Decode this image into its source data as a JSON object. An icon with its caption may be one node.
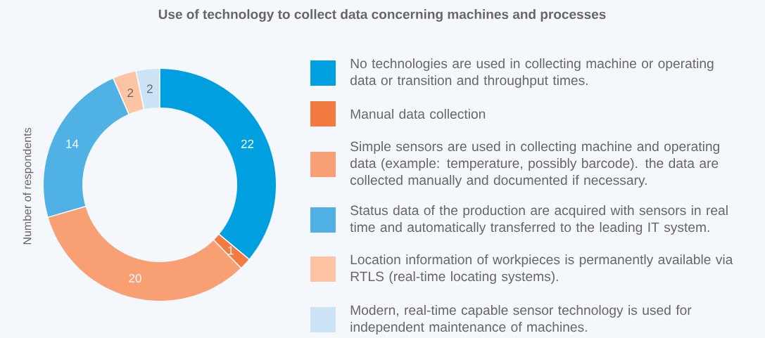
{
  "diagram": {
    "title": "Use of technology to collect data concerning machines and processes",
    "legend": [
      {
        "text": "No technologies are used in collecting machine or operating data or transition and throughput times.",
        "color": "#009fdf"
      },
      {
        "text": "Manual data collection",
        "color": "#f47b40"
      },
      {
        "text": "Simple sensors are used in collecting machine and operating data (example: temperature, possibly barcode). the data are collected manually and documented if necessary.",
        "color": "#f89f73"
      },
      {
        "text": "Status data of the production are acquired with sensors in real time and automatically transferred to the leading IT system.",
        "color": "#4fb1e4"
      },
      {
        "text": "Location information of workpieces is permanently available via RTLS (real-time locating systems).",
        "color": "#fdc4a4"
      },
      {
        "text": "Modern, real-time capable sensor technology is used for independent maintenance of machines.",
        "color": "#cce3f5"
      }
    ],
    "chart_data": {
      "type": "donut",
      "ylabel": "Number of respondents",
      "series": [
        {
          "values": [
            22,
            1,
            20,
            14,
            2,
            2
          ]
        }
      ],
      "data_labels": true,
      "value_labels": [
        "22",
        "1",
        "20",
        "14",
        "2",
        "2"
      ]
    }
  }
}
